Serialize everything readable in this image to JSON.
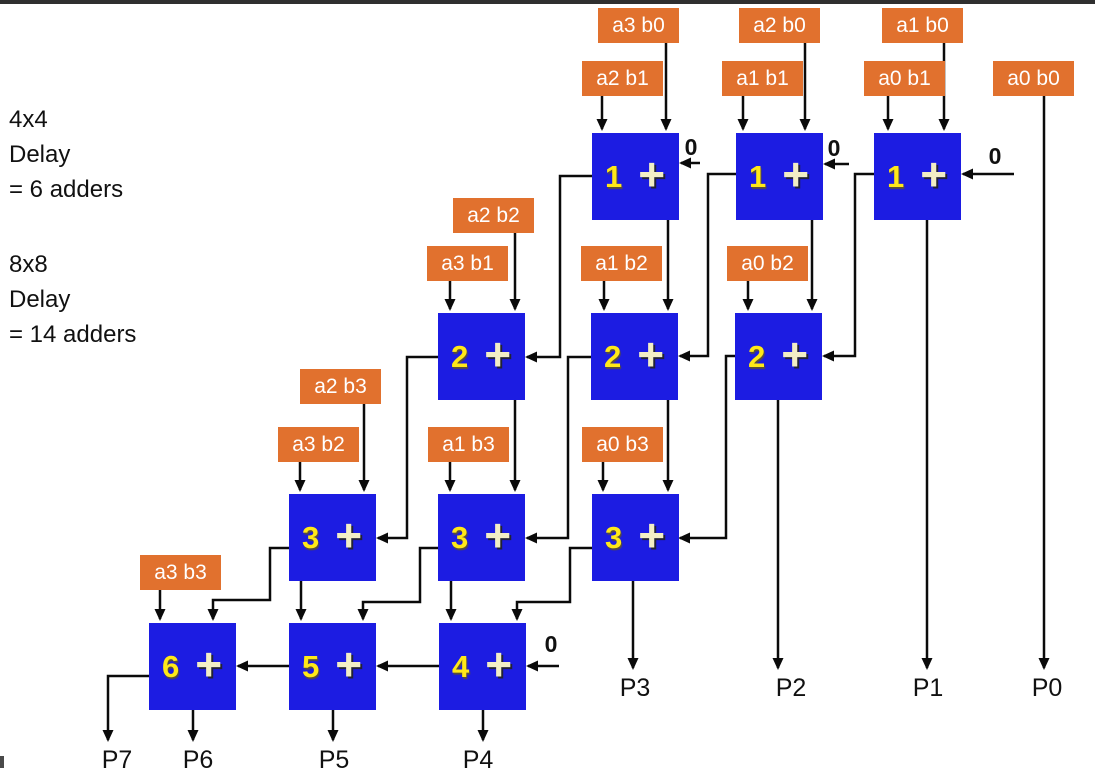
{
  "notes": {
    "block1": [
      "4x4",
      "Delay",
      "= 6 adders"
    ],
    "block2": [
      "8x8",
      "Delay",
      "= 14 adders"
    ]
  },
  "plus_sign": "+",
  "zero_label": "0",
  "partial_products": [
    {
      "label": "a3 b0"
    },
    {
      "label": "a2 b0"
    },
    {
      "label": "a1 b0"
    },
    {
      "label": "a2 b1"
    },
    {
      "label": "a1 b1"
    },
    {
      "label": "a0 b1"
    },
    {
      "label": "a0 b0"
    },
    {
      "label": "a2 b2"
    },
    {
      "label": "a3 b1"
    },
    {
      "label": "a1 b2"
    },
    {
      "label": "a0 b2"
    },
    {
      "label": "a2 b3"
    },
    {
      "label": "a3 b2"
    },
    {
      "label": "a1 b3"
    },
    {
      "label": "a0 b3"
    },
    {
      "label": "a3 b3"
    }
  ],
  "adders": [
    {
      "stage": "1"
    },
    {
      "stage": "1"
    },
    {
      "stage": "1"
    },
    {
      "stage": "2"
    },
    {
      "stage": "2"
    },
    {
      "stage": "2"
    },
    {
      "stage": "3"
    },
    {
      "stage": "3"
    },
    {
      "stage": "3"
    },
    {
      "stage": "6"
    },
    {
      "stage": "5"
    },
    {
      "stage": "4"
    }
  ],
  "outputs": [
    {
      "label": "P7"
    },
    {
      "label": "P6"
    },
    {
      "label": "P5"
    },
    {
      "label": "P4"
    },
    {
      "label": "P3"
    },
    {
      "label": "P2"
    },
    {
      "label": "P1"
    },
    {
      "label": "P0"
    }
  ],
  "colors": {
    "orange": "#e1712e",
    "blue": "#1c1ce2",
    "stage-yellow": "#ffe818",
    "plus-cream": "#f2eec6",
    "line": "#0a0a0a",
    "text": "#111111",
    "topbar": "#2f2f2f"
  }
}
